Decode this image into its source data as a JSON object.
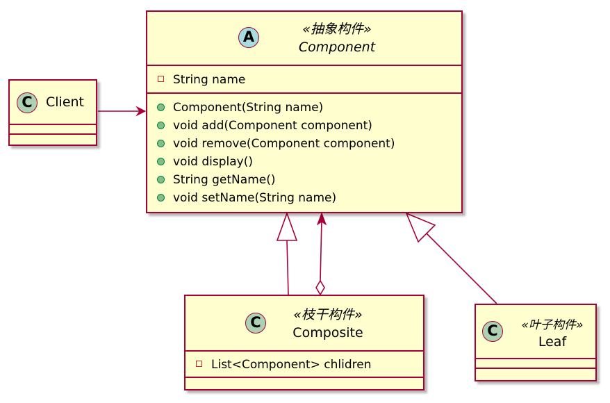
{
  "colors": {
    "class_fill": "#FEFECE",
    "class_border": "#A80036",
    "class_badge": "#ADD1B2",
    "abstract_badge": "#A9DCDF",
    "private_marker": "#C82930",
    "public_marker_fill": "#84BE84",
    "public_marker_border": "#038048"
  },
  "classes": {
    "component": {
      "badge": "A",
      "stereotype": "«抽象构件»",
      "name": "Component",
      "fields": [
        "String name"
      ],
      "methods": [
        "Component(String name)",
        "void add(Component component)",
        "void remove(Component component)",
        "void display()",
        "String getName()",
        "void setName(String name)"
      ]
    },
    "client": {
      "badge": "C",
      "name": "Client"
    },
    "composite": {
      "badge": "C",
      "stereotype": "«枝干构件»",
      "name": "Composite",
      "fields": [
        "List<Component> chlidren"
      ]
    },
    "leaf": {
      "badge": "C",
      "stereotype": "«叶子构件»",
      "name": "Leaf"
    }
  }
}
